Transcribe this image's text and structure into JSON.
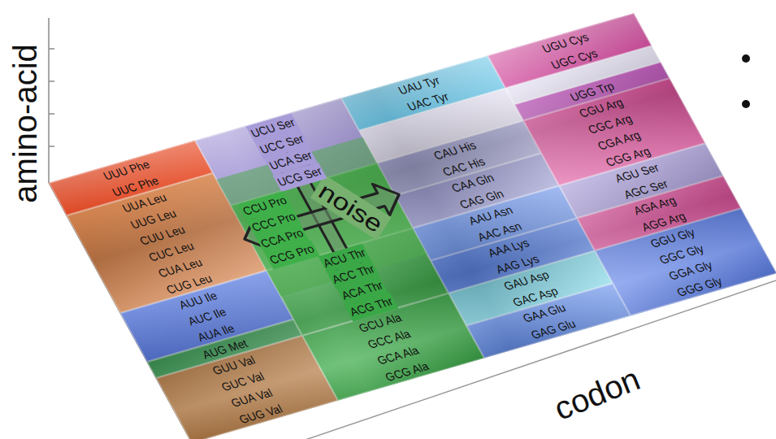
{
  "diagram": {
    "nodes": [
      {
        "text": [
          "UUU Phe",
          "UUC Phe"
        ]
      },
      {
        "text": [
          "UUA Leu",
          "UUG Leu",
          "CUU Leu",
          "CUC Leu",
          "CUA Leu",
          "CUG Leu"
        ]
      },
      {
        "text": [
          "AUU Ile",
          "AUC Ile",
          "AUA Ile"
        ]
      },
      {
        "text": [
          "AUG Met"
        ]
      },
      {
        "text": [
          "GUU Val",
          "GUC Val",
          "GUA Val",
          "GUG Val"
        ]
      },
      {
        "text": [
          "UCU Ser",
          "UCC Ser",
          "UCA Ser",
          "UCG Ser"
        ]
      },
      {
        "text": [
          "CCU Pro",
          "CCC Pro",
          "CCA Pro",
          "CCG Pro"
        ]
      },
      {
        "text": [
          "ACU Thr",
          "ACC Thr",
          "ACA Thr",
          "ACG Thr"
        ]
      },
      {
        "text": [
          "GCU Ala",
          "GCC Ala",
          "GCA Ala",
          "GCG Ala"
        ]
      },
      {
        "text": [
          "UAU Tyr",
          "UAC Tyr"
        ]
      },
      {
        "text": [
          "CAU His",
          "CAC His"
        ]
      },
      {
        "text": [
          "CAA Gln",
          "CAG Gln"
        ]
      },
      {
        "text": [
          "AAU Asn",
          "AAC Asn"
        ]
      },
      {
        "text": [
          "AAA Lys",
          "AAG Lys"
        ]
      },
      {
        "text": [
          "GAU Asp",
          "GAC Asp"
        ]
      },
      {
        "text": [
          "GAA Glu",
          "GAG Glu"
        ]
      },
      {
        "text": [
          "UGU Cys",
          "UGC Cys"
        ]
      },
      {
        "text": [
          "UGG Trp"
        ]
      },
      {
        "text": [
          "CGU Arg",
          "CGC Arg",
          "CGA Arg",
          "CGG Arg"
        ]
      },
      {
        "text": [
          "AGU Ser",
          "AGC Ser"
        ]
      },
      {
        "text": [
          "AGA Arg",
          "AGG Arg"
        ]
      },
      {
        "text": [
          "GGU Gly",
          "GGC Gly",
          "GGA Gly",
          "GGG Gly"
        ]
      }
    ],
    "labels": [
      "amino-acid",
      "codon",
      "noise"
    ]
  }
}
